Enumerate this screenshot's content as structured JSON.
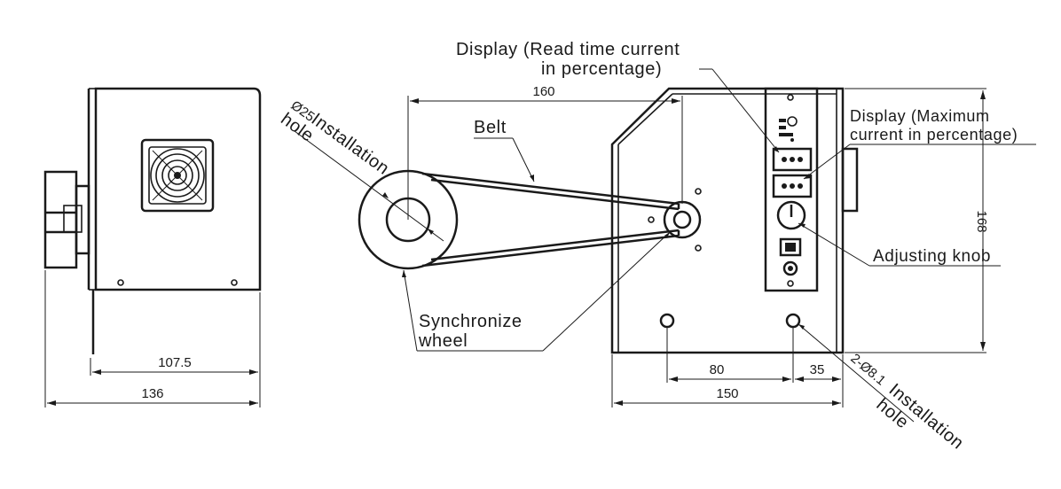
{
  "labels": {
    "display_read_line1": "Display (Read time current",
    "display_read_line2": "in percentage)",
    "display_max_line1": "Display (Maximum",
    "display_max_line2": "current in percentage)",
    "belt": "Belt",
    "adjusting_knob": "Adjusting knob",
    "sync_line1": "Synchronize",
    "sync_line2": "wheel",
    "install_hole_left_spec": "Ø25",
    "install_hole_left_word1": "Installation",
    "install_hole_left_word2": "hole",
    "install_hole_right_spec": "2-Ø8.1",
    "install_hole_right_word1": "Installation",
    "install_hole_right_word2": "hole"
  },
  "dimensions": {
    "side_depth_inner": "107.5",
    "side_depth_total": "136",
    "belt_span": "160",
    "height": "168",
    "hole_spacing": "80",
    "hole_edge": "35",
    "width": "150"
  }
}
